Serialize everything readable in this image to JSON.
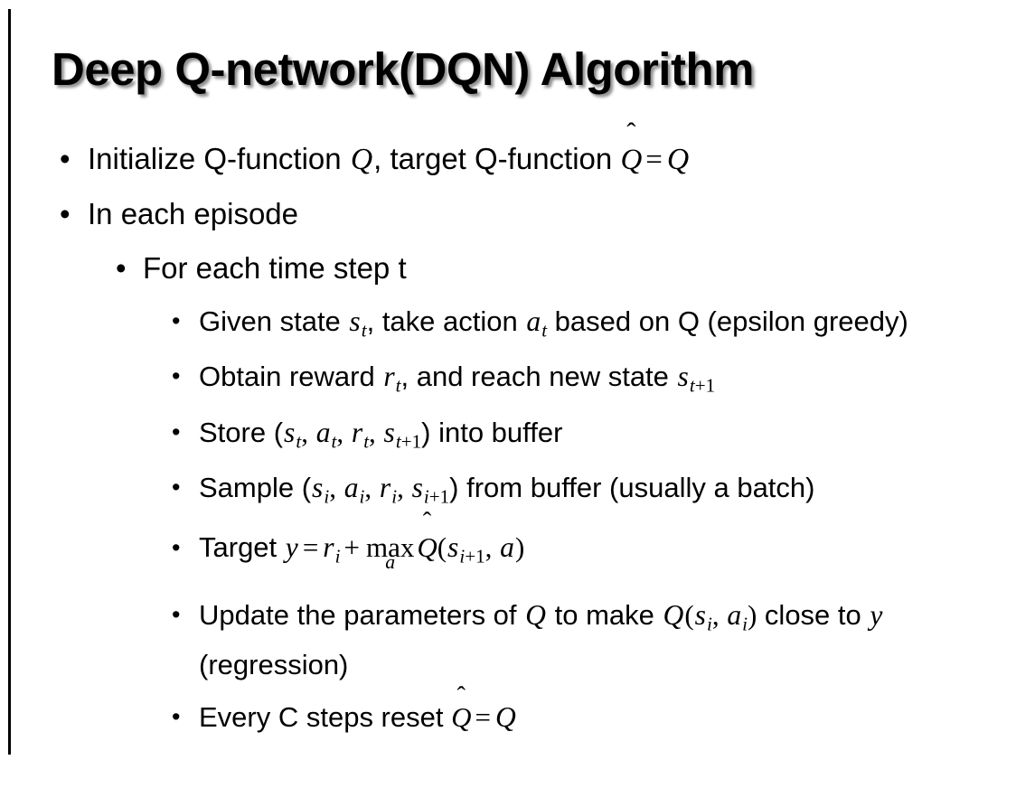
{
  "slide": {
    "title": "Deep Q-network(DQN) Algorithm",
    "background_color": "#ffffff",
    "text_color": "#000000",
    "rule_color": "#000000",
    "bullet_glyph": "•"
  },
  "bullets": {
    "initialize": {
      "pre": "Initialize Q-function ",
      "var_q": "Q",
      "mid": ", target Q-function ",
      "hat": "̂",
      "hat_q": "Q",
      "eq": "=",
      "end_q": "Q"
    },
    "in_each_episode": {
      "text": "In each episode"
    },
    "for_each_time_step": {
      "text": "For each time step t"
    },
    "given_state": {
      "pre": "Given state ",
      "s": "s",
      "s_sub": "t",
      "mid": ", take action ",
      "a": "a",
      "a_sub": "t",
      "post": " based on Q (epsilon greedy)"
    },
    "obtain_reward": {
      "pre": "Obtain reward ",
      "r": "r",
      "r_sub": "t",
      "mid": ", and reach new state ",
      "s": "s",
      "s_sub_var": "t",
      "s_sub_plus": "+1"
    },
    "store": {
      "pre": "Store (",
      "s1": "s",
      "s1_sub": "t",
      "c1": ", ",
      "a1": "a",
      "a1_sub": "t",
      "c2": ", ",
      "r1": "r",
      "r1_sub": "t",
      "c3": ", ",
      "s2": "s",
      "s2_sub_var": "t",
      "s2_sub_plus": "+1",
      "post": ") into buffer"
    },
    "sample": {
      "pre": "Sample (",
      "s1": "s",
      "s1_sub": "i",
      "c1": ", ",
      "a1": "a",
      "a1_sub": "i",
      "c2": ", ",
      "r1": "r",
      "r1_sub": "i",
      "c3": ", ",
      "s2": "s",
      "s2_sub_var": "i",
      "s2_sub_plus": "+1",
      "post": ") from buffer (usually a batch)"
    },
    "target": {
      "pre": "Target ",
      "y": "y",
      "eq": "=",
      "r": "r",
      "r_sub": "i",
      "plus": "+",
      "max_op": "max",
      "max_under": "a",
      "hat": "̂",
      "hat_q": "Q",
      "open": "(",
      "s": "s",
      "s_sub_var": "i",
      "s_sub_plus": "+1",
      "comma": ", ",
      "a": "a",
      "close": ")"
    },
    "update": {
      "pre": "Update the parameters of ",
      "q1": "Q",
      "mid": " to make ",
      "q2": "Q",
      "open": "(",
      "s": "s",
      "s_sub": "i",
      "comma": ", ",
      "a": "a",
      "a_sub": "i",
      "close": ")",
      "post": " close to ",
      "y": "y",
      "tail": " (regression)"
    },
    "every_c_steps": {
      "pre": "Every C steps reset ",
      "hat": "̂",
      "hat_q": "Q",
      "eq": "=",
      "end_q": "Q"
    }
  }
}
